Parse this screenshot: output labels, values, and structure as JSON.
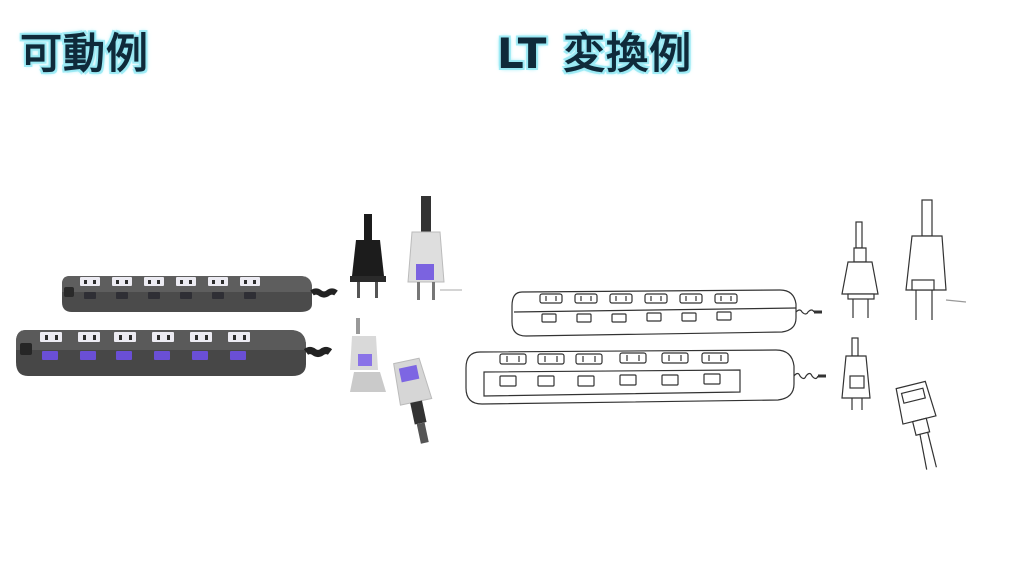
{
  "headings": {
    "left": "可動例",
    "right": "LT 変換例"
  },
  "colors": {
    "heading_text": "#0f2a3a",
    "heading_glow": "#a6eef7",
    "strip_body": "#4a4a4a",
    "outlet_face": "#e8e6f0",
    "switch_accent": "#6a4fd6",
    "plug_dark": "#1e1e1e",
    "plug_light": "#dcdcdc",
    "line_art": "#333333"
  },
  "panels": {
    "left": {
      "style": "rendered"
    },
    "right": {
      "style": "line-art"
    }
  }
}
